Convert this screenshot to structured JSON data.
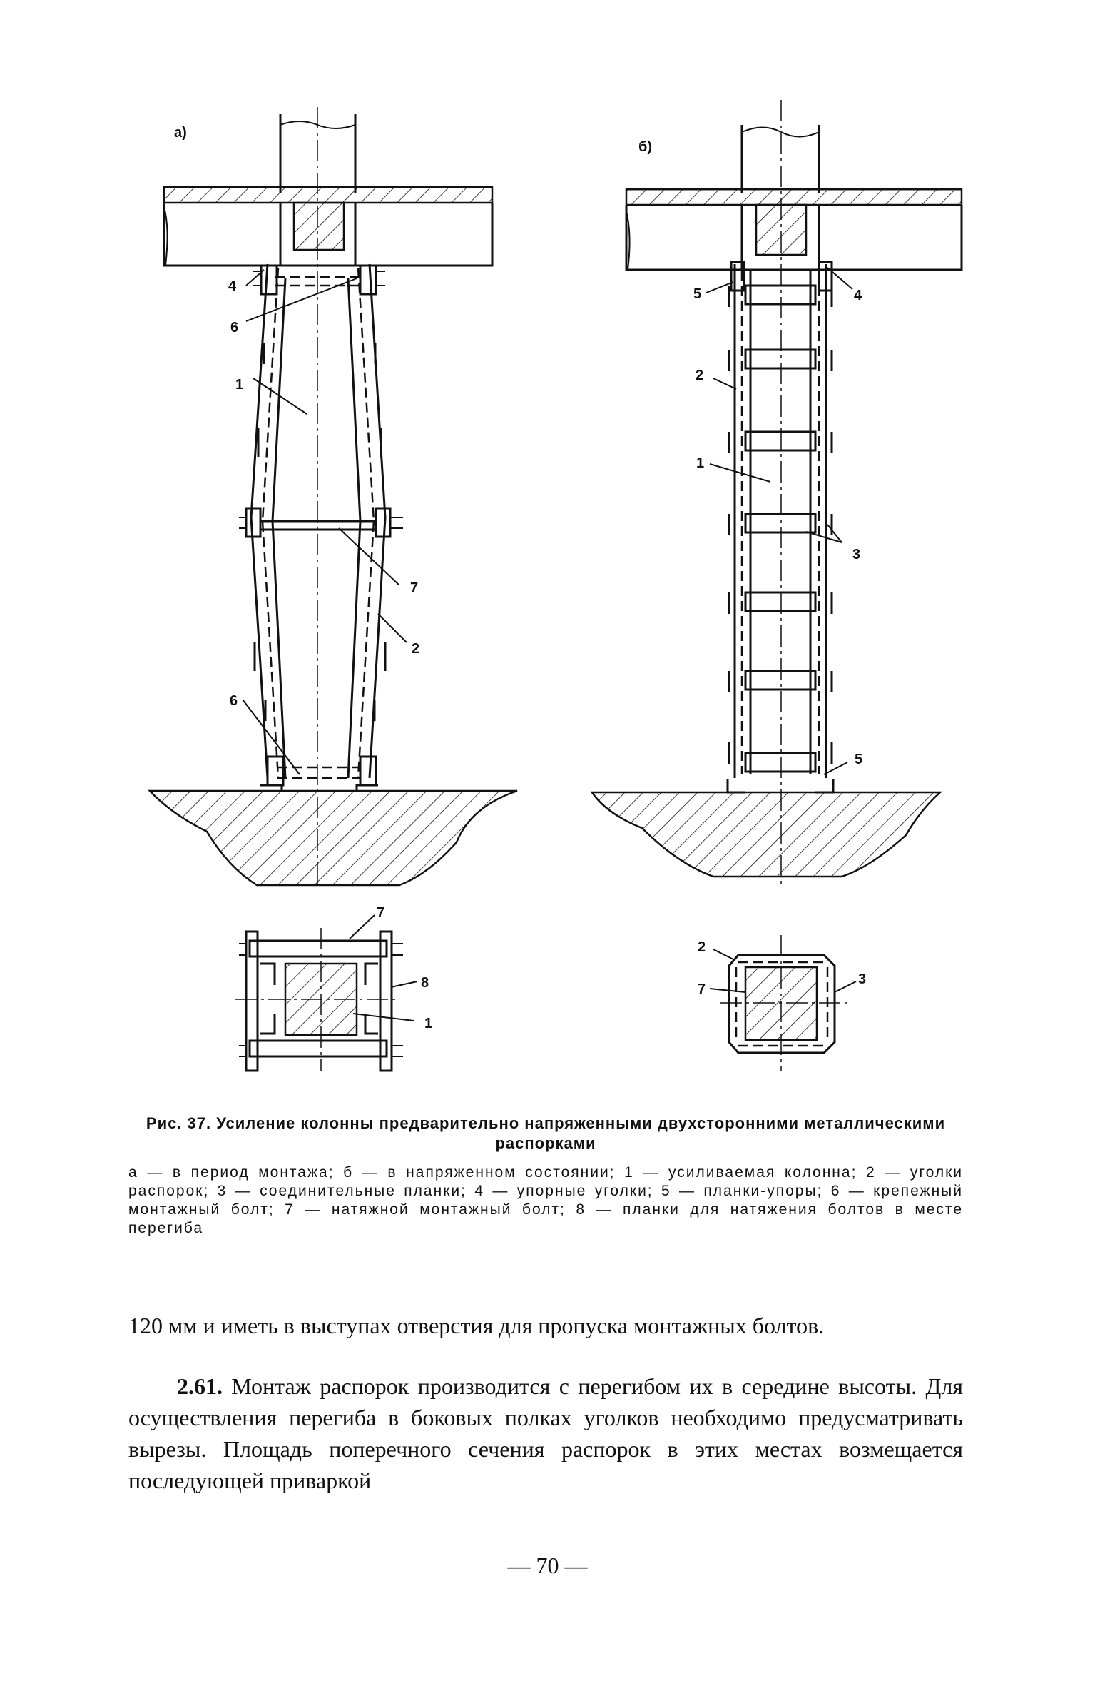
{
  "figure": {
    "panel_a_label": "а)",
    "panel_b_label": "б)",
    "labels_a": [
      "4",
      "6",
      "1",
      "7",
      "2",
      "6"
    ],
    "labels_b": [
      "5",
      "4",
      "2",
      "1",
      "3",
      "5"
    ],
    "labels_section_a": [
      "7",
      "8",
      "1"
    ],
    "labels_section_b": [
      "2",
      "7",
      "3"
    ]
  },
  "caption": {
    "title": "Рис. 37. Усиление колонны предварительно напряженными двухсторонними металлическими распорками",
    "legend": "а — в период монтажа; б — в напряженном состоянии; 1 — усиливаемая колонна; 2 — уголки распорок; 3 — соединительные планки; 4 — упорные уголки; 5 — планки-упоры; 6 — крепежный монтажный болт; 7 — натяжной монтажный болт; 8 — планки для натяжения болтов в месте перегиба"
  },
  "body": {
    "paragraph1": "120 мм и иметь в выступах отверстия для пропуска монтажных болтов.",
    "paragraph2_num": "2.61.",
    "paragraph2_text": " Монтаж распорок производится с перегибом их в середине высоты. Для осуществления перегиба в боковых полках уголков необходимо предусматривать вырезы. Площадь поперечного сечения распорок в этих местах возмещается последующей приваркой"
  },
  "page_number": "— 70 —"
}
